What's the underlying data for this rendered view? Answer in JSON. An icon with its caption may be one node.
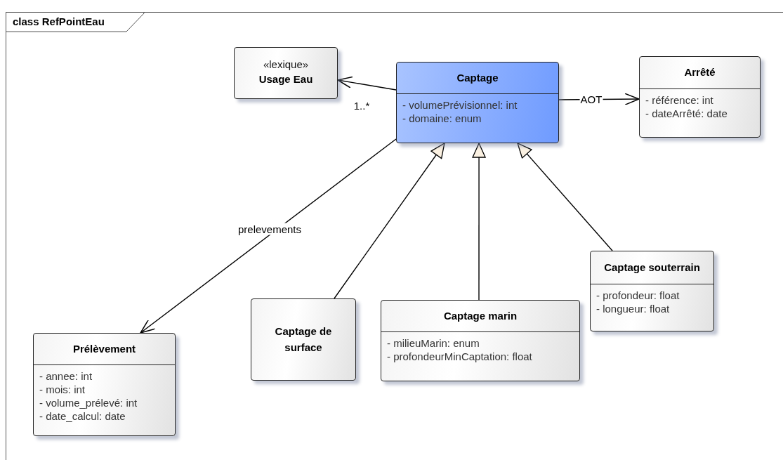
{
  "diagram": {
    "title": "class RefPointEau",
    "nodes": [
      {
        "text": [
          "«lexique»",
          "Usage Eau"
        ]
      },
      {
        "text": [
          "Captage",
          "- volumePrévisionnel: int",
          "- domaine: enum"
        ]
      },
      {
        "text": [
          "Arrêté",
          "- référence: int",
          "- dateArrêté: date"
        ]
      },
      {
        "text": [
          "Prélèvement",
          "- annee: int",
          "- mois: int",
          "- volume_prélevé: int",
          "- date_calcul: date"
        ]
      },
      {
        "text": [
          "Captage de surface"
        ]
      },
      {
        "text": [
          "Captage marin",
          "- milieuMarin: enum",
          "- profondeurMinCaptation: float"
        ]
      },
      {
        "text": [
          "Captage souterrain",
          "- profondeur: float",
          "- longueur: float"
        ]
      }
    ],
    "edges": [
      {
        "from": 1,
        "to": 0,
        "arrow": "to",
        "label": "1..*"
      },
      {
        "from": 1,
        "to": 2,
        "arrow": "to",
        "label": "AOT"
      },
      {
        "from": 1,
        "to": 3,
        "arrow": "to",
        "label": "prelevements"
      },
      {
        "from": 4,
        "to": 1,
        "arrow": "to"
      },
      {
        "from": 5,
        "to": 1,
        "arrow": "to"
      },
      {
        "from": 6,
        "to": 1,
        "arrow": "to"
      }
    ]
  }
}
